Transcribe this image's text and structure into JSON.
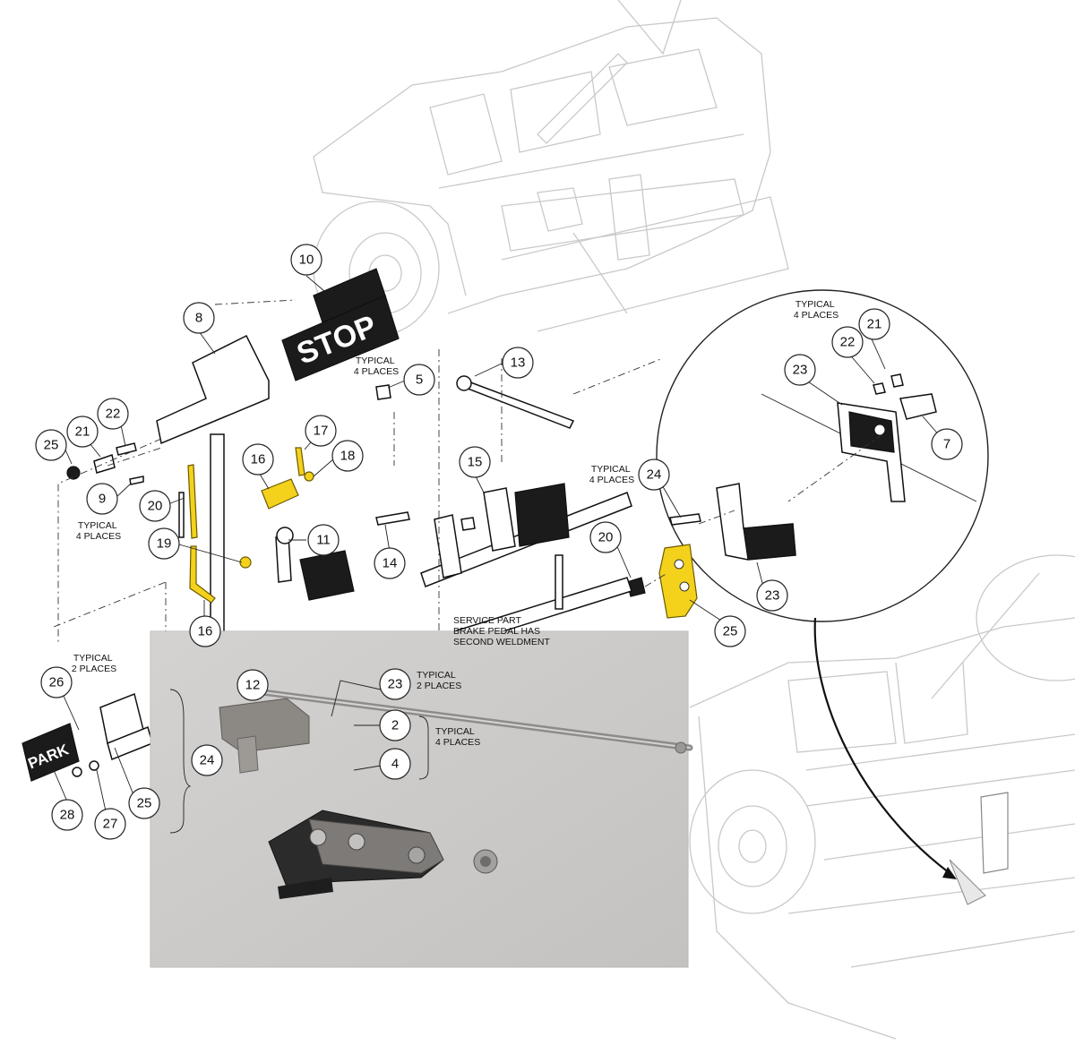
{
  "labels": {
    "stop": "STOP",
    "park": "PARK"
  },
  "callouts": [
    "10",
    "8",
    "13",
    "5",
    "22",
    "21",
    "25",
    "9",
    "17",
    "18",
    "16",
    "20",
    "15",
    "19",
    "11",
    "14",
    "16",
    "12",
    "23",
    "2",
    "4",
    "26",
    "24",
    "28",
    "27",
    "25",
    "21",
    "22",
    "23",
    "7",
    "24",
    "20",
    "23",
    "25"
  ],
  "notes": {
    "typ4_top": [
      "TYPICAL",
      "4 PLACES"
    ],
    "typ4_left": [
      "TYPICAL",
      "4 PLACES"
    ],
    "typ2_left": [
      "TYPICAL",
      "2 PLACES"
    ],
    "typ2_mid": [
      "TYPICAL",
      "2 PLACES"
    ],
    "typ4_mid": [
      "TYPICAL",
      "4 PLACES"
    ],
    "typ4_detail": [
      "TYPICAL",
      "4 PLACES"
    ],
    "typ4_side": [
      "TYPICAL",
      "4 PLACES"
    ],
    "service": [
      "SERVICE PART",
      "BRAKE PEDAL HAS",
      "SECOND WELDMENT"
    ]
  },
  "colors": {
    "highlight": "#f4d21c",
    "photo_bg": "#cfcdcb",
    "cart_line": "#c9c9c9"
  }
}
